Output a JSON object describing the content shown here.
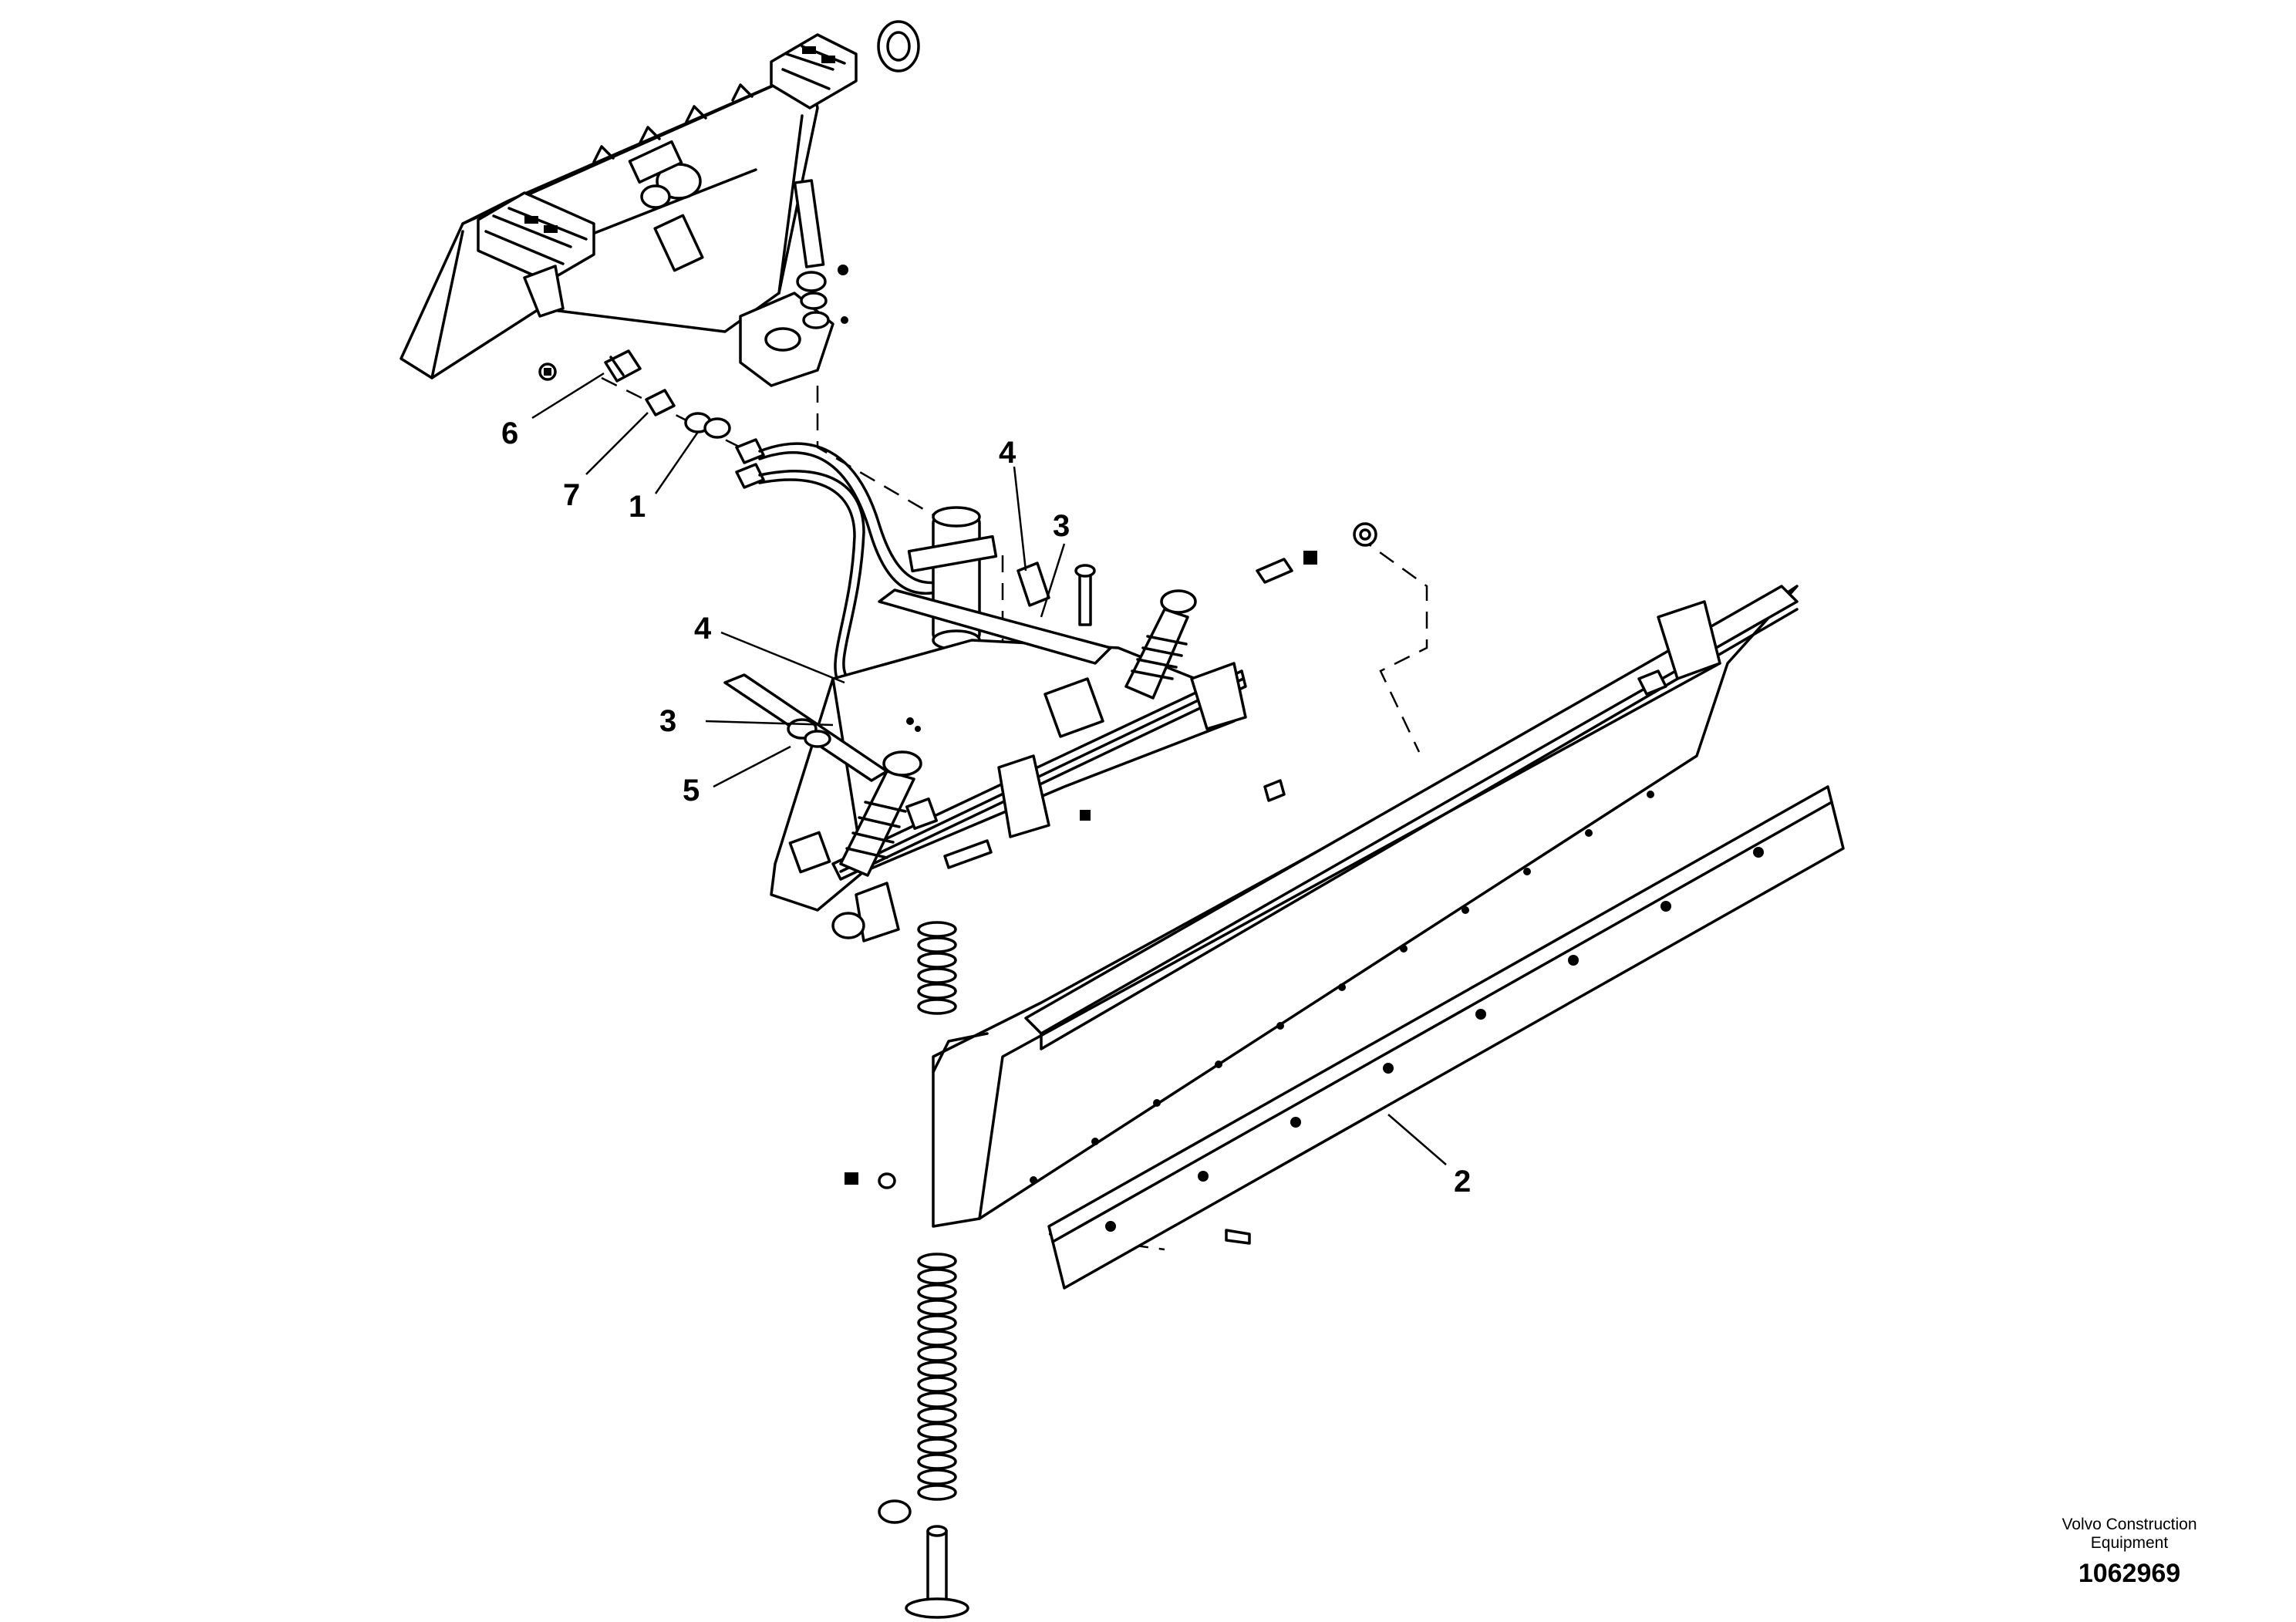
{
  "callouts": [
    {
      "id": "1",
      "label": "1"
    },
    {
      "id": "2",
      "label": "2"
    },
    {
      "id": "3a",
      "label": "3"
    },
    {
      "id": "3b",
      "label": "3"
    },
    {
      "id": "4a",
      "label": "4"
    },
    {
      "id": "4b",
      "label": "4"
    },
    {
      "id": "5",
      "label": "5"
    },
    {
      "id": "6",
      "label": "6"
    },
    {
      "id": "7",
      "label": "7"
    }
  ],
  "watermark": {
    "company": "Volvo Construction Equipment",
    "drawing_number": "1062969"
  }
}
